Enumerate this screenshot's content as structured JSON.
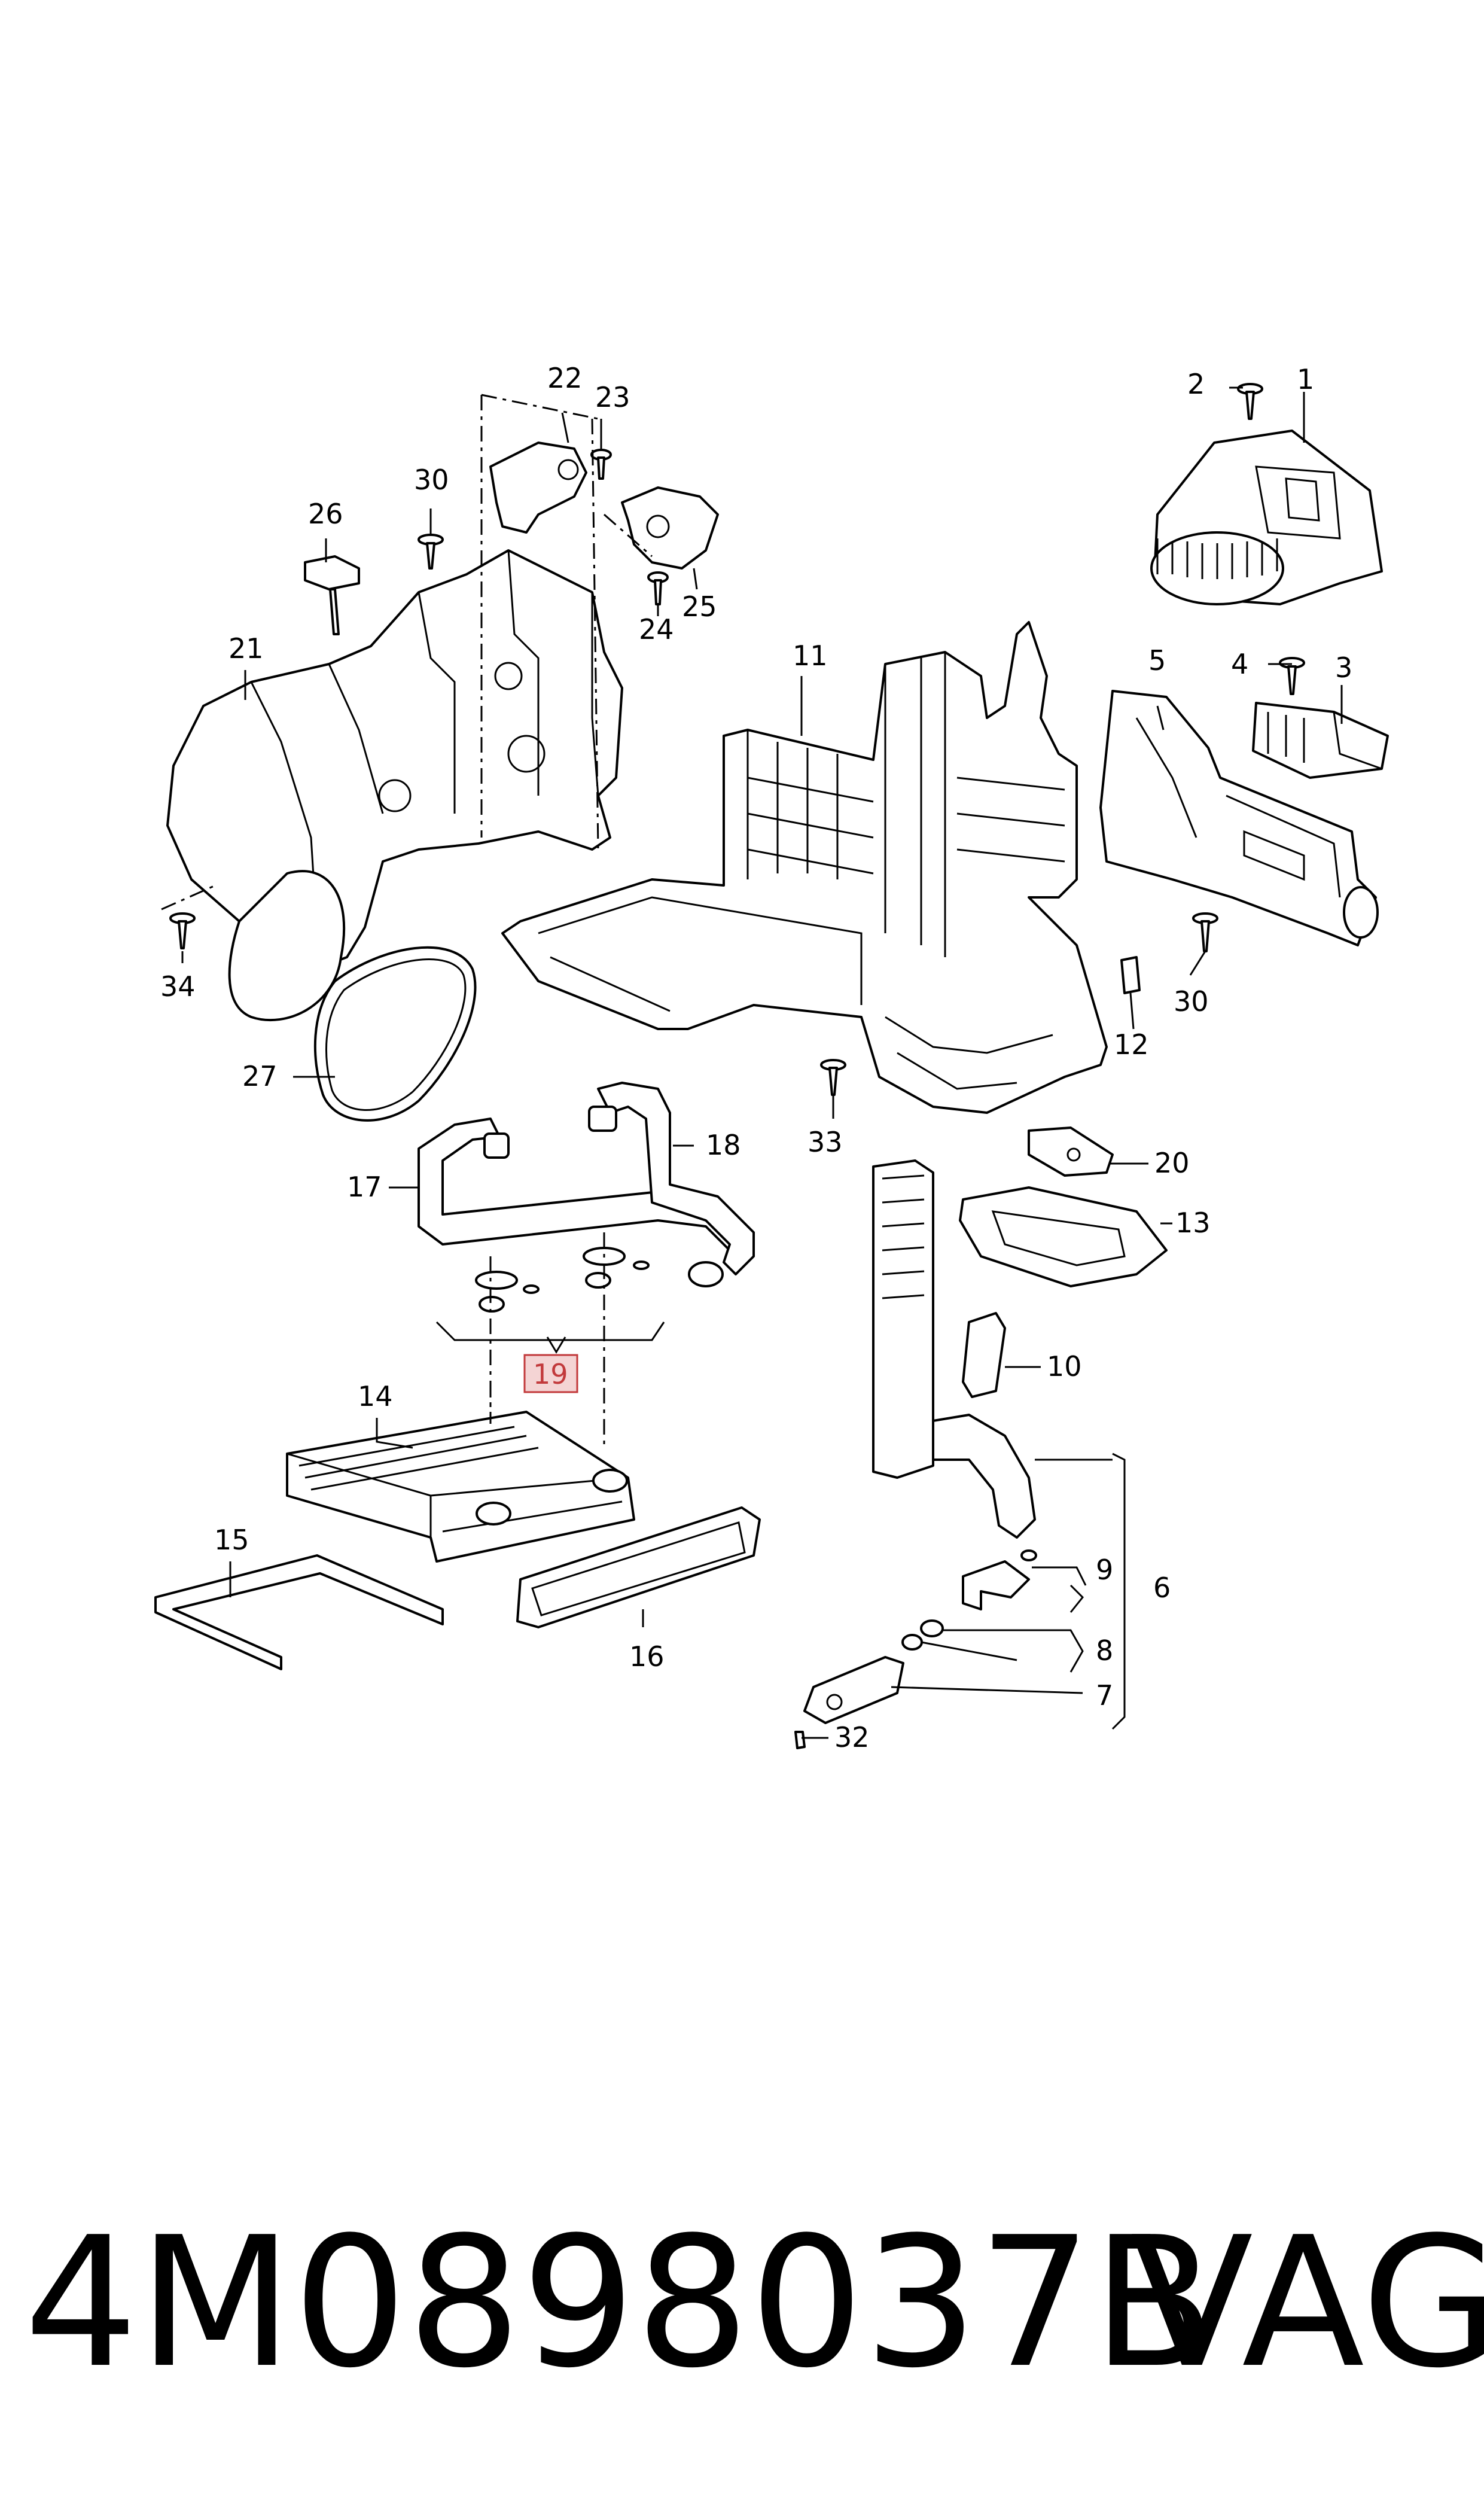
{
  "callouts": {
    "c1": "1",
    "c2": "2",
    "c3": "3",
    "c4": "4",
    "c5": "5",
    "c6": "6",
    "c7": "7",
    "c8": "8",
    "c9": "9",
    "c10": "10",
    "c11": "11",
    "c12": "12",
    "c13": "13",
    "c14": "14",
    "c15": "15",
    "c16": "16",
    "c17": "17",
    "c18": "18",
    "c19": "19",
    "c20": "20",
    "c21": "21",
    "c22": "22",
    "c23": "23",
    "c24": "24",
    "c25": "25",
    "c26": "26",
    "c27": "27",
    "c30a": "30",
    "c30b": "30",
    "c32": "32",
    "c33": "33",
    "c34": "34"
  },
  "highlighted_callout": "19",
  "highlight_color": "#c2393b",
  "highlight_fill": "#f4d4d4",
  "footer": {
    "part_number": "4M0898037B",
    "brand": "VAG"
  }
}
